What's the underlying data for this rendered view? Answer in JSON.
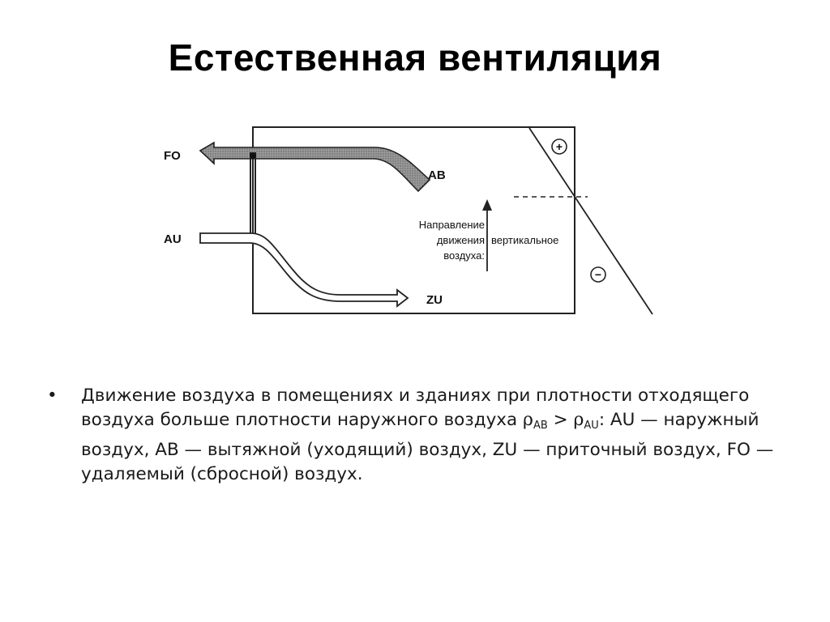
{
  "slide": {
    "title": "Естественная вентиляция"
  },
  "diagram": {
    "labels": {
      "fo": "FO",
      "ab": "AB",
      "au": "AU",
      "zu": "ZU",
      "direction_line1": "Направление",
      "direction_line2": "движения",
      "direction_line3": "воздуха:",
      "vertical": "вертикальное",
      "plus": "+",
      "minus": "−"
    }
  },
  "bullet": {
    "marker": "•",
    "text_1": "Движение воздуха в помещениях и зданиях при плотности отходящего воздуха больше плотности наружного воздуха ",
    "rho_1": "ρ",
    "sub_1": "AB",
    "text_2": " > ",
    "rho_2": "ρ",
    "sub_2": "AU",
    "text_3": ": AU — наружный воздух, AB — вытяжной (уходящий) воздух, ZU — приточный воздух, FO — удаляемый (сбросной) воздух."
  }
}
